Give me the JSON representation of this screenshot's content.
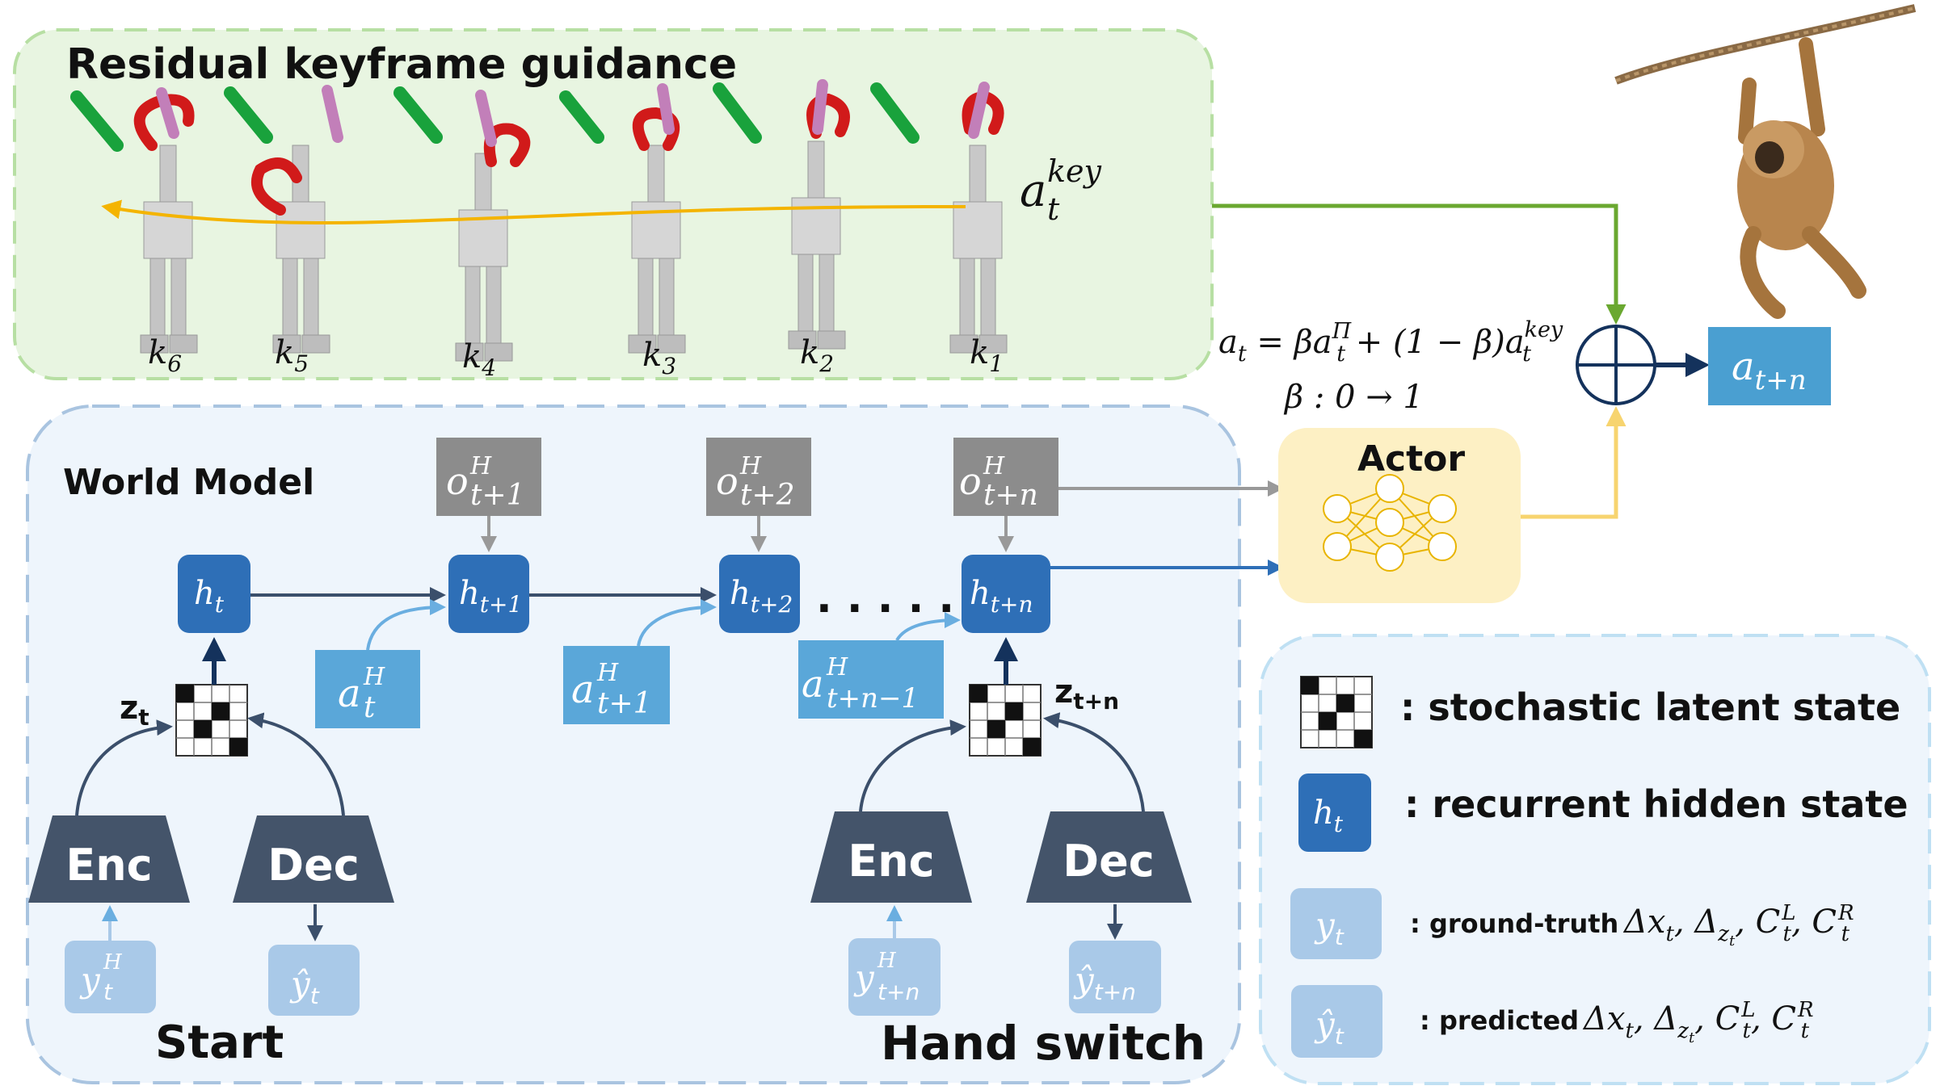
{
  "panels": {
    "keyframe_title": "Residual keyframe guidance",
    "world_model_title": "World Model",
    "start_label": "Start",
    "hand_switch_label": "Hand switch",
    "actor_label": "Actor"
  },
  "keyframes": {
    "labels": [
      {
        "base": "k",
        "sub": "6"
      },
      {
        "base": "k",
        "sub": "5"
      },
      {
        "base": "k",
        "sub": "4"
      },
      {
        "base": "k",
        "sub": "3"
      },
      {
        "base": "k",
        "sub": "2"
      },
      {
        "base": "k",
        "sub": "1"
      }
    ],
    "action_key": {
      "base": "a",
      "sub": "t",
      "sup": "key"
    }
  },
  "formula": {
    "blend_lhs": "a",
    "blend_lhs_sub": "t",
    "blend_eq": " = βa",
    "blend_pi_sup": "Π",
    "blend_pi_sub": "t",
    "blend_mid": " + (1 − β)a",
    "blend_key_sup": "key",
    "blend_key_sub": "t",
    "beta_schedule": "β :  0 → 1"
  },
  "output_action": {
    "base": "a",
    "sub": "t+n"
  },
  "world_model": {
    "observations": [
      {
        "base": "o",
        "sup": "H",
        "sub": "t+1"
      },
      {
        "base": "o",
        "sup": "H",
        "sub": "t+2"
      },
      {
        "base": "o",
        "sup": "H",
        "sub": "t+n"
      }
    ],
    "hidden_states": [
      {
        "base": "h",
        "sub": "t"
      },
      {
        "base": "h",
        "sub": "t+1"
      },
      {
        "base": "h",
        "sub": "t+2"
      },
      {
        "base": "h",
        "sub": "t+n"
      }
    ],
    "ellipsis": ". . . . .",
    "actions": [
      {
        "base": "a",
        "sup": "H",
        "sub": "t"
      },
      {
        "base": "a",
        "sup": "H",
        "sub": "t+1"
      },
      {
        "base": "a",
        "sup": "H",
        "sub": "t+n−1"
      }
    ],
    "latents": [
      {
        "base": "z",
        "sub": "t"
      },
      {
        "base": "z",
        "sub": "t+n"
      }
    ],
    "encoder_label": "Enc",
    "decoder_label": "Dec",
    "inputs": [
      {
        "base": "y",
        "sup": "H",
        "sub": "t"
      },
      {
        "base": "y",
        "sup": "H",
        "sub": "t+n"
      }
    ],
    "predictions": [
      {
        "base": "ŷ",
        "sub": "t"
      },
      {
        "base": "ŷ",
        "sub": "t+n"
      }
    ]
  },
  "legend": {
    "latent_text": ": stochastic latent state",
    "hidden_icon": {
      "base": "h",
      "sub": "t"
    },
    "hidden_text": ": recurrent hidden state",
    "gt_icon": {
      "base": "y",
      "sub": "t"
    },
    "gt_prefix": ": ground-truth",
    "gt_formula": "Δx_t, Δ_{z_t}, C_t^L, C_t^R",
    "pred_icon": {
      "base": "ŷ",
      "sub": "t"
    },
    "pred_prefix": ": predicted",
    "pred_formula": "Δx_t, Δ_{z_t}, C_t^L, C_t^R"
  },
  "colors": {
    "keyframe_panel_fill": "#e8f5e1",
    "keyframe_panel_border": "#b7dfa3",
    "world_panel_fill": "#eef5fc",
    "world_panel_border": "#a9c4e0",
    "hidden_state": "#2e6fb7",
    "action_box": "#5aa7d9",
    "observation_box": "#8c8c8c",
    "enc_dec": "#44546a",
    "io_box": "#a9c9e8",
    "actor_fill": "#fdf0c4",
    "trajectory": "#f4b400",
    "green_arrow": "#6aa830",
    "output_box": "#4a9fd1"
  }
}
